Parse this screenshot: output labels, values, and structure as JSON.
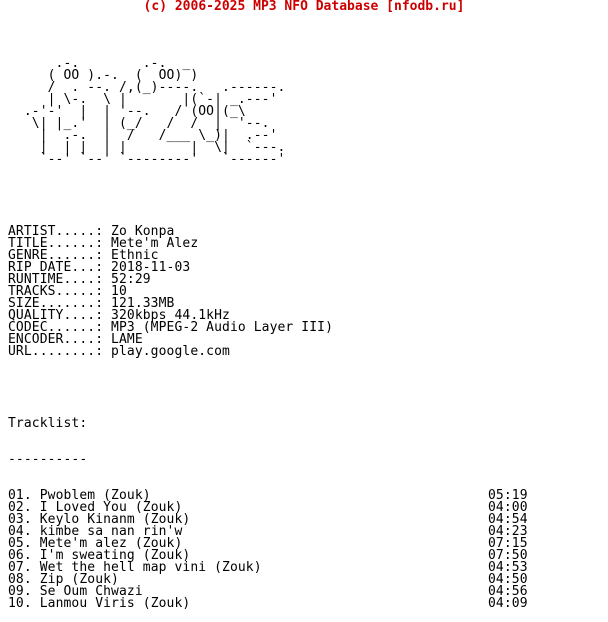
{
  "header": {
    "banner": "(c) 2006-2025 MP3 NFO Database [nfodb.ru]"
  },
  "ascii_art": [
    "      .-.        .-.  _",
    "     ( OO ).-.  (  OO) )",
    "     /  . --. /,(_)----.   .------.",
    "     | \\-.  \\ |       |(`-| _.---'",
    "  .-'-'  |  | '--.   / (OO|(_\\",
    "   \\| |_.'  | (_/   /  /  |  '--.",
    "    |  .-.  |  /   /___ \\_)|  .--'",
    "    |  | |  | |        |  \\|  `---.",
    "    `--' `--' `--------'   `------'"
  ],
  "info": [
    {
      "label": "ARTIST.....: ",
      "value": "Zo Konpa"
    },
    {
      "label": "TITLE......: ",
      "value": "Mete'm Alez"
    },
    {
      "label": "GENRE......: ",
      "value": "Ethnic"
    },
    {
      "label": "RIP DATE...: ",
      "value": "2018-11-03"
    },
    {
      "label": "RUNTIME....: ",
      "value": "52:29"
    },
    {
      "label": "TRACKS.....: ",
      "value": "10"
    },
    {
      "label": "SIZE.......: ",
      "value": "121.33MB"
    },
    {
      "label": "QUALITY....: ",
      "value": "320kbps 44.1kHz"
    },
    {
      "label": "CODEC......: ",
      "value": "MP3 (MPEG-2 Audio Layer III)"
    },
    {
      "label": "ENCODER....: ",
      "value": "LAME"
    },
    {
      "label": "URL........: ",
      "value": "play.google.com"
    }
  ],
  "tracklist": {
    "heading": "Tracklist:",
    "underline": "----------",
    "tracks": [
      {
        "num": "01.",
        "title": "Pwoblem (Zouk)",
        "duration": "05:19"
      },
      {
        "num": "02.",
        "title": "I Loved You (Zouk)",
        "duration": "04:00"
      },
      {
        "num": "03.",
        "title": "Keylo Kinanm (Zouk)",
        "duration": "04:54"
      },
      {
        "num": "04.",
        "title": "kimbe sa nan rin'w",
        "duration": "04:23"
      },
      {
        "num": "05.",
        "title": "Mete'm alez (Zouk)",
        "duration": "07:15"
      },
      {
        "num": "06.",
        "title": "I'm sweating (Zouk)",
        "duration": "07:50"
      },
      {
        "num": "07.",
        "title": "Wet the hell map vini (Zouk)",
        "duration": "04:53"
      },
      {
        "num": "08.",
        "title": "Zip (Zouk)",
        "duration": "04:50"
      },
      {
        "num": "09.",
        "title": "Se Oum Chwazi",
        "duration": "04:56"
      },
      {
        "num": "10.",
        "title": "Lanmou Viris (Zouk)",
        "duration": "04:09"
      }
    ]
  }
}
